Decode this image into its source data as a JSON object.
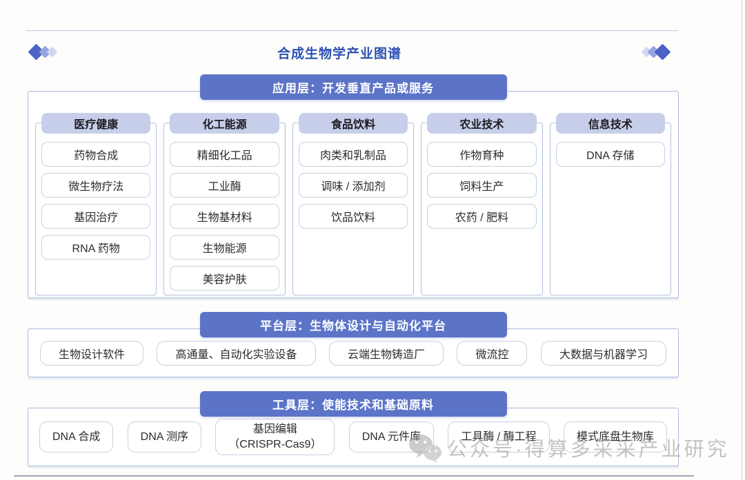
{
  "page": {
    "title": "合成生物学产业图谱",
    "watermark": "公众号·得算多采采产业研究"
  },
  "colors": {
    "title_text": "#2d50b2",
    "layer_bar": "#5b74c8",
    "column_header": "#c7cee9",
    "box_border": "#c6cfe0",
    "panel_border": "#aab8d8",
    "diamonds": [
      "#4a63c4",
      "#94a5e0",
      "#cfd7f1"
    ],
    "watermark_gray": "#949496"
  },
  "layers": {
    "application": {
      "bar_label": "应用层：开发垂直产品或服务",
      "columns": [
        {
          "header": "医疗健康",
          "items": [
            "药物合成",
            "微生物疗法",
            "基因治疗",
            "RNA 药物"
          ]
        },
        {
          "header": "化工能源",
          "items": [
            "精细化工品",
            "工业酶",
            "生物基材料",
            "生物能源",
            "美容护肤"
          ]
        },
        {
          "header": "食品饮料",
          "items": [
            "肉类和乳制品",
            "调味 / 添加剂",
            "饮品饮料"
          ]
        },
        {
          "header": "农业技术",
          "items": [
            "作物育种",
            "饲料生产",
            "农药 / 肥料"
          ]
        },
        {
          "header": "信息技术",
          "items": [
            "DNA 存储"
          ]
        }
      ]
    },
    "platform": {
      "bar_label": "平台层：生物体设计与自动化平台",
      "items": [
        "生物设计软件",
        "高通量、自动化实验设备",
        "云端生物铸造厂",
        "微流控",
        "大数据与机器学习"
      ]
    },
    "tool": {
      "bar_label": "工具层：使能技术和基础原料",
      "items": [
        {
          "line1": "DNA 合成"
        },
        {
          "line1": "DNA 测序"
        },
        {
          "line1": "基因编辑",
          "line2": "（CRISPR-Cas9）"
        },
        {
          "line1": "DNA 元件库"
        },
        {
          "line1": "工具酶 / 酶工程"
        },
        {
          "line1": "模式底盘生物库"
        }
      ]
    }
  }
}
